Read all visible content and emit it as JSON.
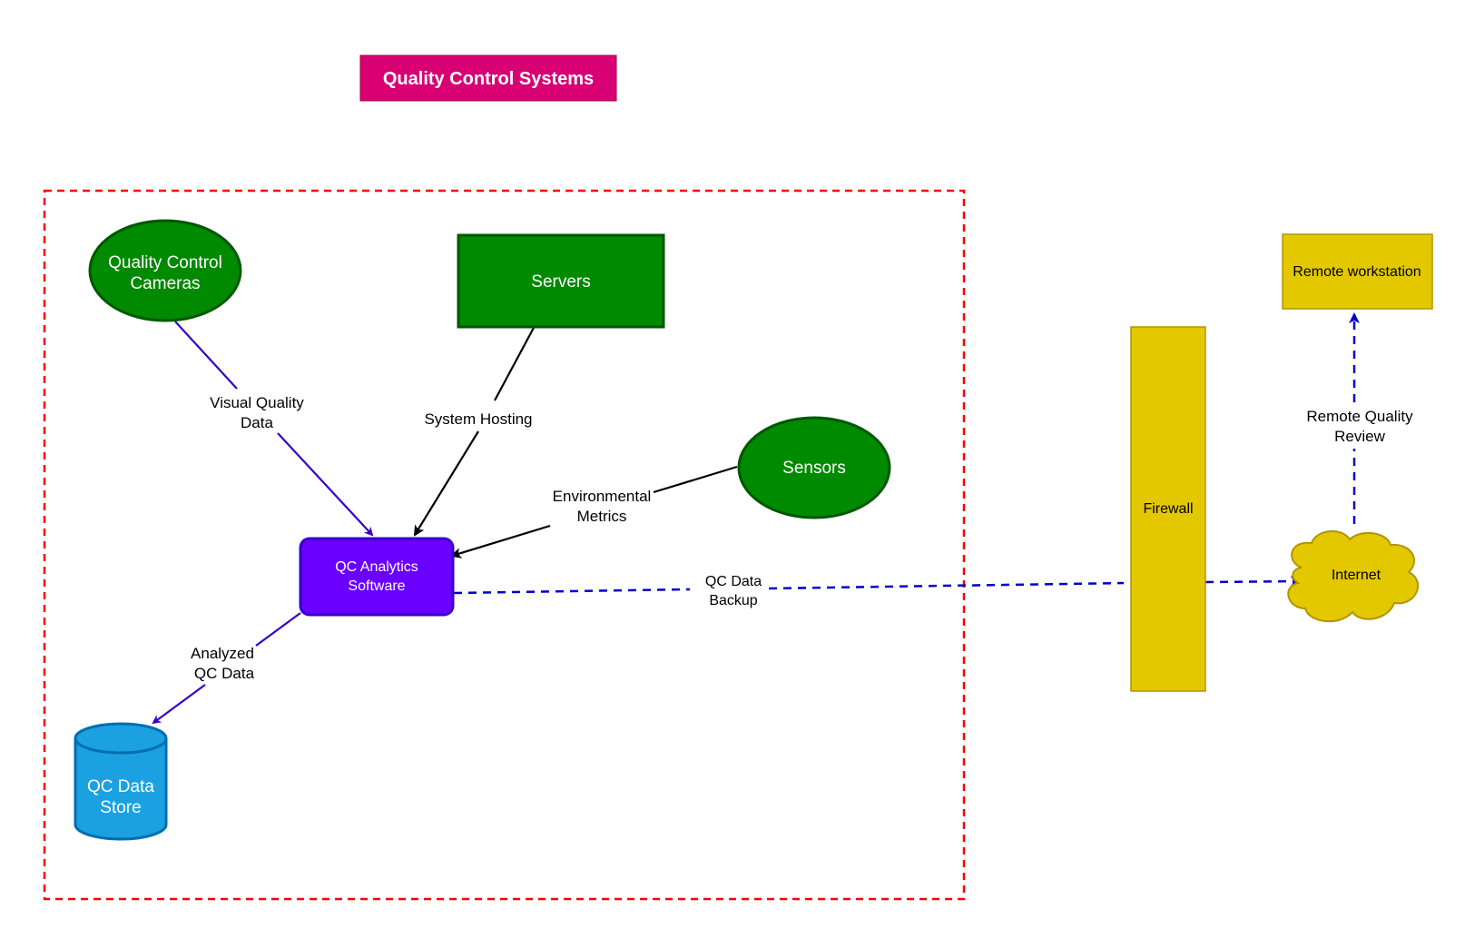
{
  "title": "Quality Control Systems",
  "nodes": {
    "cameras": {
      "line1": "Quality Control",
      "line2": "Cameras"
    },
    "servers": {
      "label": "Servers"
    },
    "sensors": {
      "label": "Sensors"
    },
    "qc_software": {
      "line1": "QC Analytics",
      "line2": "Software"
    },
    "data_store": {
      "line1": "QC Data",
      "line2": "Store"
    },
    "firewall": {
      "label": "Firewall"
    },
    "internet": {
      "label": "Internet"
    },
    "remote_workstation": {
      "label": "Remote workstation"
    }
  },
  "edges": {
    "visual_quality": {
      "line1": "Visual Quality",
      "line2": "Data"
    },
    "system_hosting": {
      "label": "System Hosting"
    },
    "environmental": {
      "line1": "Environmental",
      "line2": "Metrics"
    },
    "analyzed": {
      "line1": "Analyzed",
      "line2": "QC Data"
    },
    "backup": {
      "line1": "QC Data",
      "line2": "Backup"
    },
    "remote_review": {
      "line1": "Remote Quality",
      "line2": "Review"
    }
  },
  "colors": {
    "title_bg": "#d80073",
    "green_fill": "#008a00",
    "green_stroke": "#005700",
    "purple_fill": "#6a00ff",
    "purple_stroke": "#3700cc",
    "blue_fill": "#1ba1e2",
    "blue_stroke": "#006eaf",
    "yellow_fill": "#e3c800",
    "yellow_stroke": "#b09500",
    "boundary": "#ff0000",
    "dashed_link": "#0000cc",
    "purple_link": "#3700cc",
    "black_link": "#000000"
  }
}
